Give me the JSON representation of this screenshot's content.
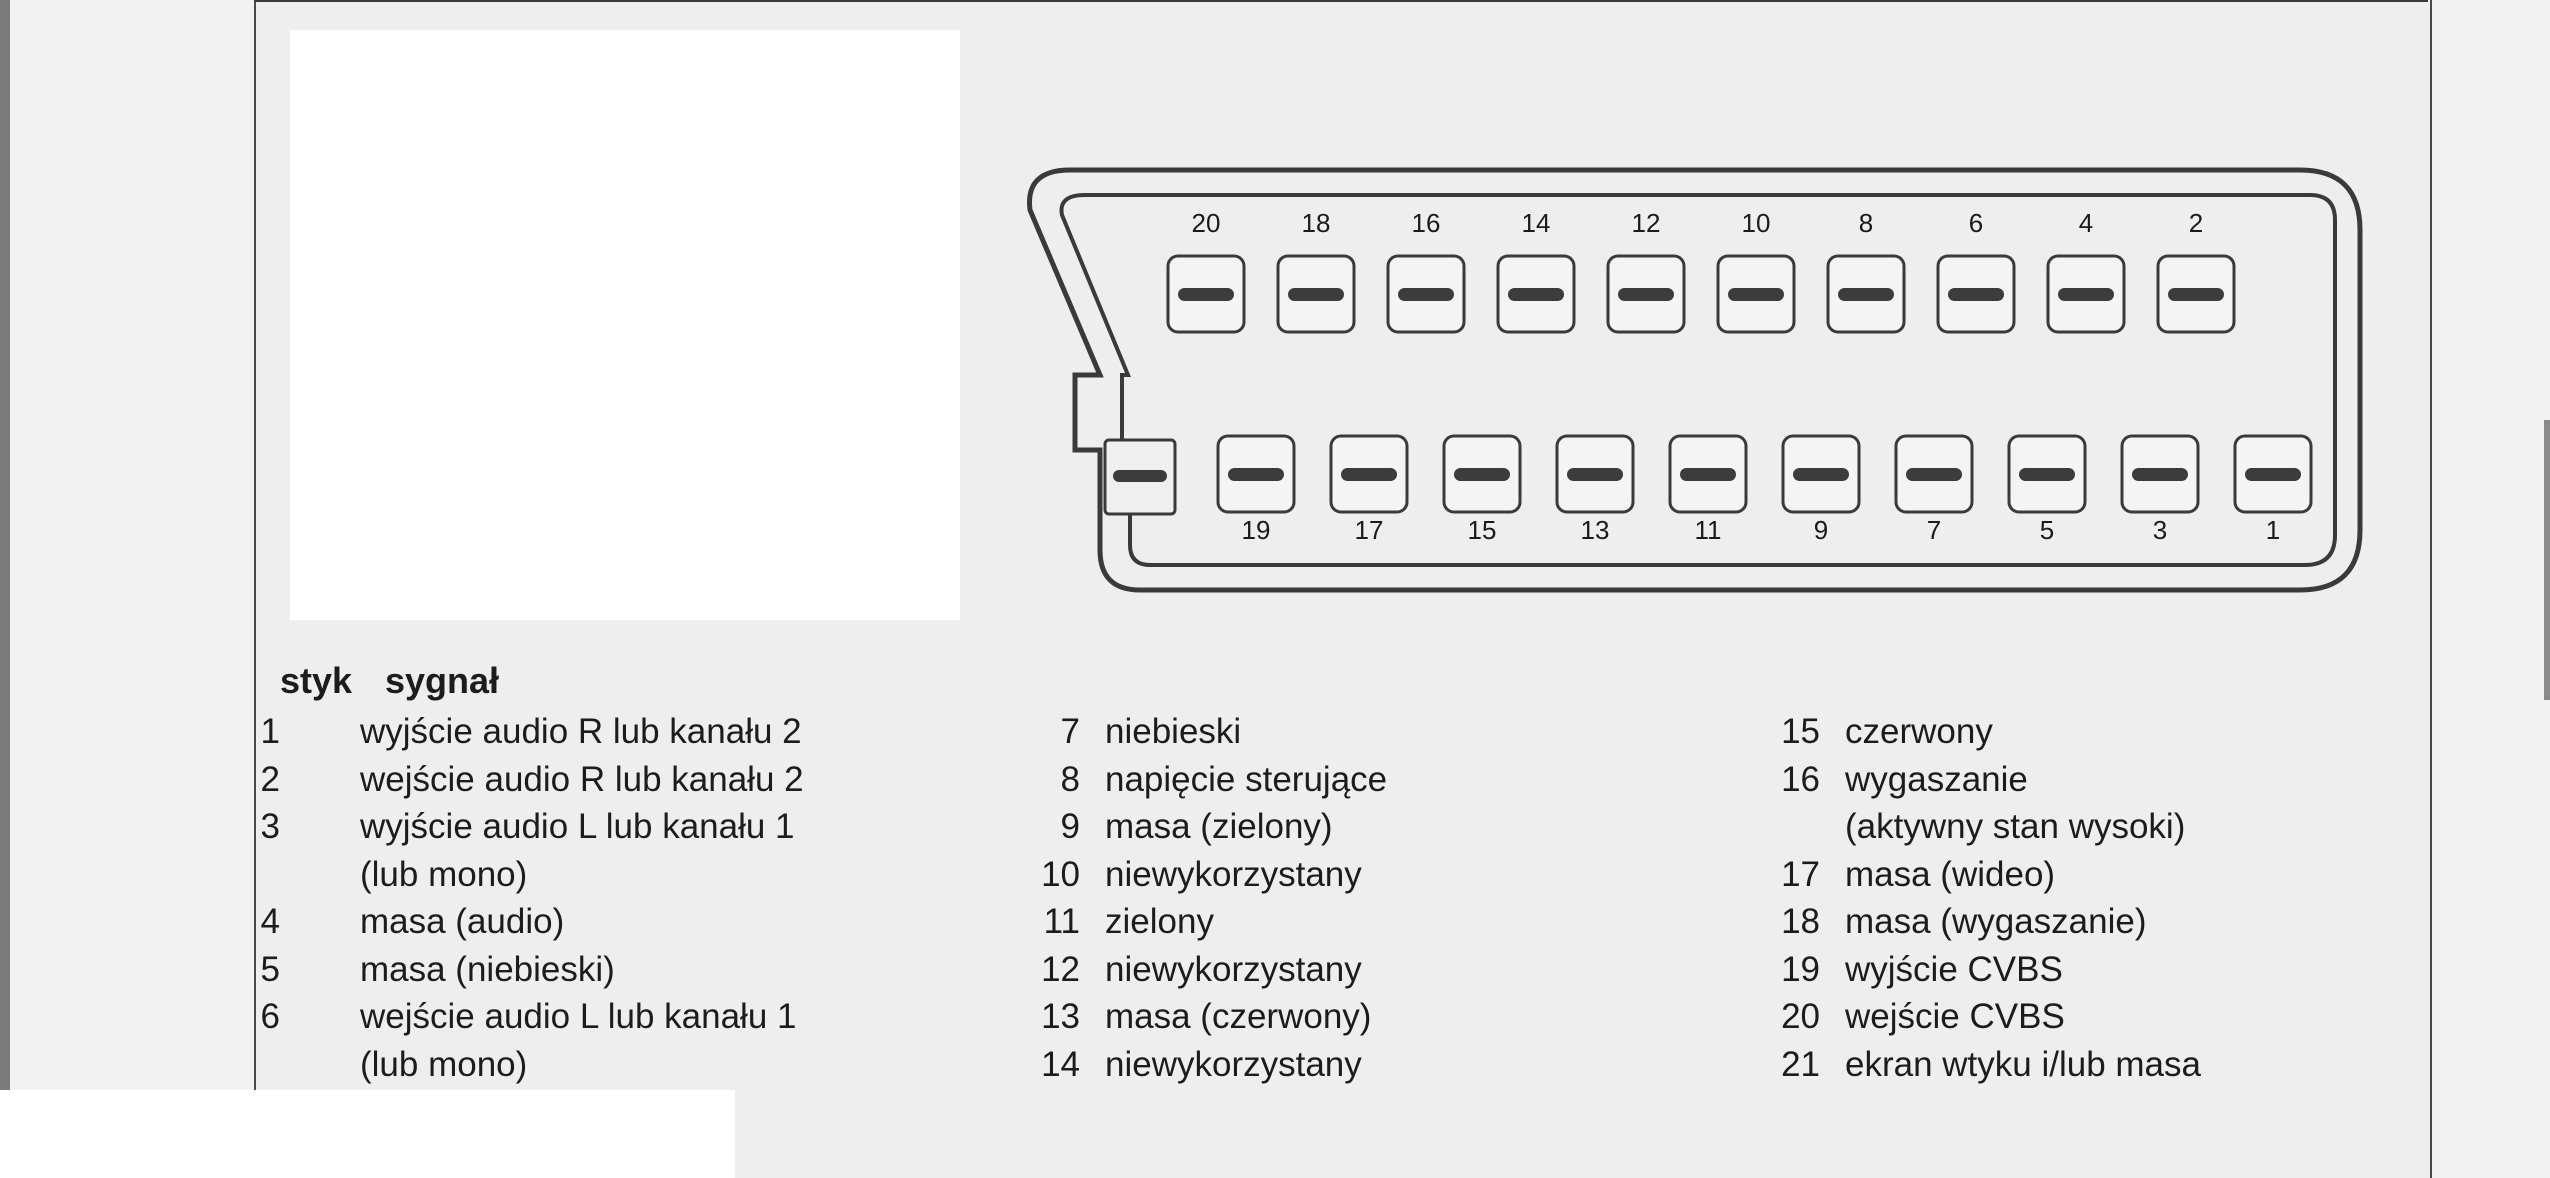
{
  "connector": {
    "top_row_pins": [
      "20",
      "18",
      "16",
      "14",
      "12",
      "10",
      "8",
      "6",
      "4",
      "2"
    ],
    "bottom_row_pins": [
      "19",
      "17",
      "15",
      "13",
      "11",
      "9",
      "7",
      "5",
      "3",
      "1"
    ]
  },
  "table": {
    "header_pin": "styk",
    "header_signal": "sygnał",
    "columns": [
      [
        {
          "num": "1",
          "lines": [
            "wyjście audio R  lub kanału 2"
          ]
        },
        {
          "num": "2",
          "lines": [
            "wejście audio R  lub kanału 2"
          ]
        },
        {
          "num": "3",
          "lines": [
            "wyjście audio L  lub kanału 1",
            "(lub mono)"
          ]
        },
        {
          "num": "4",
          "lines": [
            "masa (audio)"
          ]
        },
        {
          "num": "5",
          "lines": [
            "masa (niebieski)"
          ]
        },
        {
          "num": "6",
          "lines": [
            "wejście audio L  lub kanału 1",
            "(lub mono)"
          ]
        }
      ],
      [
        {
          "num": "7",
          "lines": [
            "niebieski"
          ]
        },
        {
          "num": "8",
          "lines": [
            "napięcie sterujące"
          ]
        },
        {
          "num": "9",
          "lines": [
            "masa (zielony)"
          ]
        },
        {
          "num": "10",
          "lines": [
            "niewykorzystany"
          ]
        },
        {
          "num": "11",
          "lines": [
            "zielony"
          ]
        },
        {
          "num": "12",
          "lines": [
            "niewykorzystany"
          ]
        },
        {
          "num": "13",
          "lines": [
            "masa (czerwony)"
          ]
        },
        {
          "num": "14",
          "lines": [
            "niewykorzystany"
          ]
        }
      ],
      [
        {
          "num": "15",
          "lines": [
            "czerwony"
          ]
        },
        {
          "num": "16",
          "lines": [
            "wygaszanie",
            "(aktywny stan wysoki)"
          ]
        },
        {
          "num": "17",
          "lines": [
            "masa (wideo)"
          ]
        },
        {
          "num": "18",
          "lines": [
            "masa (wygaszanie)"
          ]
        },
        {
          "num": "19",
          "lines": [
            "wyjście CVBS"
          ]
        },
        {
          "num": "20",
          "lines": [
            "wejście CVBS"
          ]
        },
        {
          "num": "21",
          "lines": [
            "ekran wtyku i/lub masa"
          ]
        }
      ]
    ]
  },
  "colors": {
    "outline": "#3a3a3a",
    "contact_bar": "#3c3c3c",
    "background": "#eeeeee"
  }
}
